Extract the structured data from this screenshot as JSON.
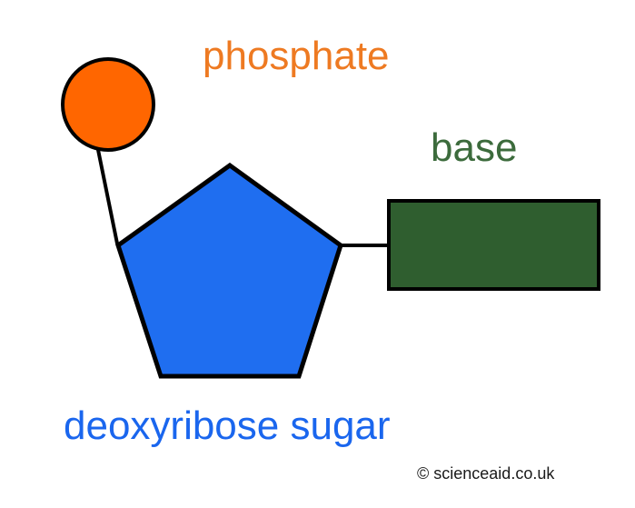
{
  "labels": {
    "phosphate": "phosphate",
    "base": "base",
    "sugar": "deoxyribose sugar"
  },
  "copyright": "© scienceaid.co.uk",
  "colors": {
    "phosphate": "#ff6600",
    "phosphate_label": "#ee7a22",
    "base": "#2f5e2f",
    "base_label": "#3c6b3c",
    "sugar": "#1f6ef0",
    "sugar_label": "#1a66ee",
    "outline": "#000000"
  },
  "icons": {
    "phosphate": "phosphate-circle-icon",
    "sugar": "pentagon-sugar-icon",
    "base": "rectangle-base-icon"
  }
}
